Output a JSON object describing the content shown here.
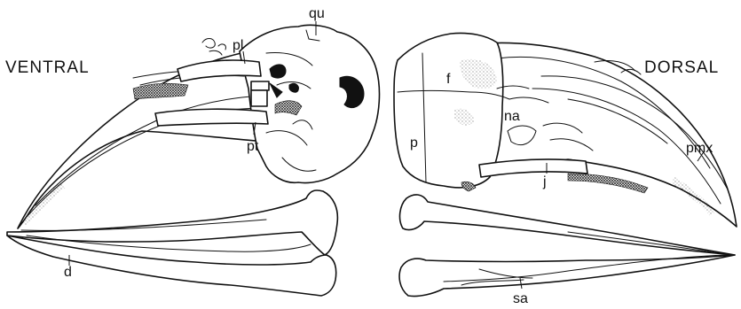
{
  "views": {
    "ventral": "VENTRAL",
    "dorsal": "DORSAL"
  },
  "labels": {
    "qu": "qu",
    "pl": "pl",
    "pt": "pt",
    "f": "f",
    "na": "na",
    "p": "p",
    "j": "j",
    "pmx": "pmx",
    "d": "d",
    "sa": "sa"
  }
}
